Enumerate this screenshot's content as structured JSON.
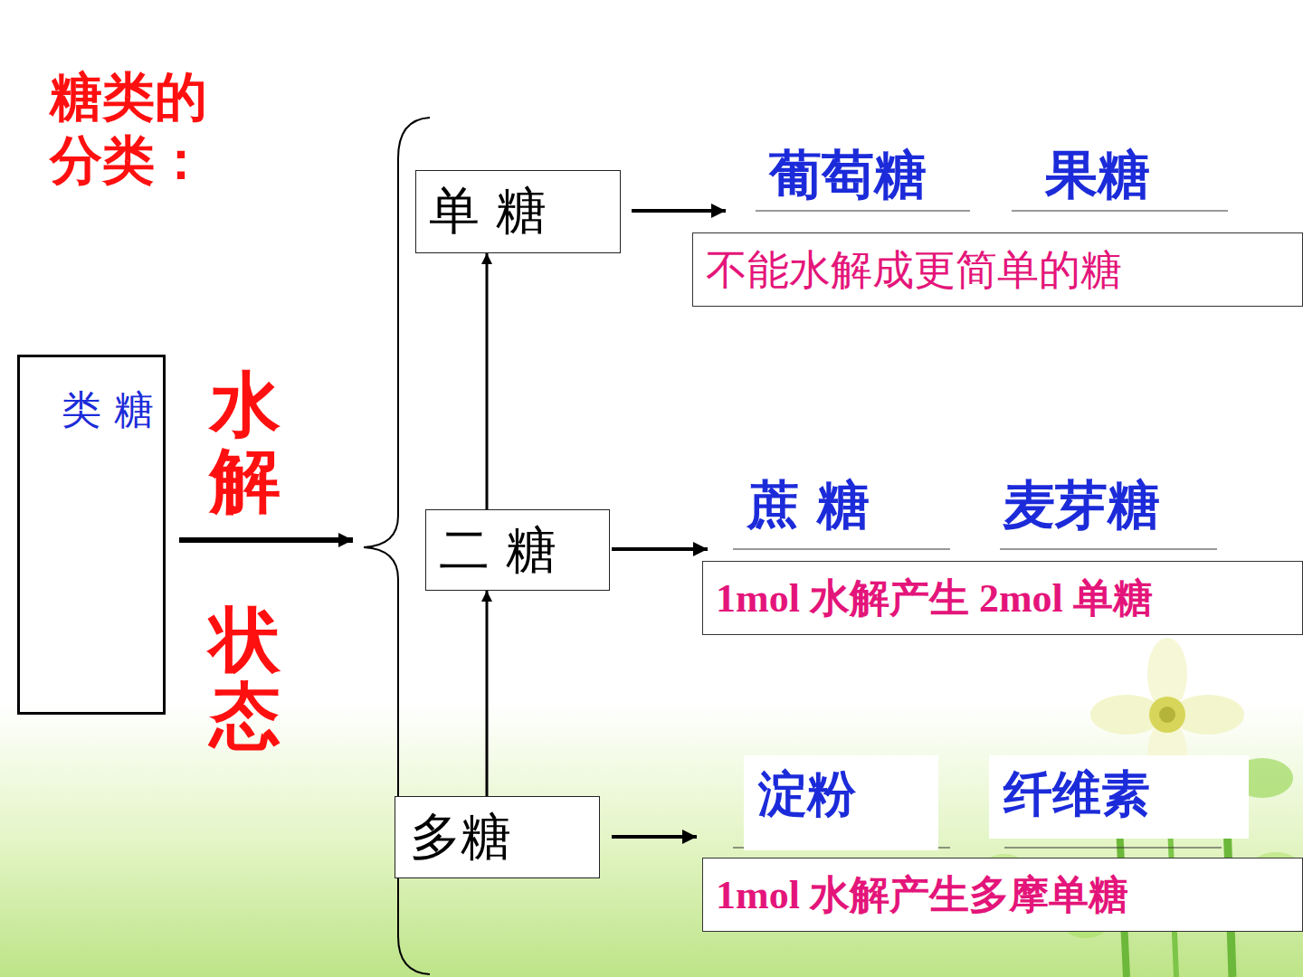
{
  "diagram": {
    "title": "糖类的 分类：",
    "nodes": [
      {
        "text": [
          "类 糖"
        ]
      },
      {
        "text": [
          "单 糖"
        ]
      },
      {
        "text": [
          "不能水解成更简单的糖"
        ]
      },
      {
        "text": [
          "二 糖"
        ]
      },
      {
        "text": [
          "1mol 水解产生 2mol 单糖"
        ]
      },
      {
        "text": [
          "多糖"
        ]
      },
      {
        "text": [
          "淀粉"
        ]
      },
      {
        "text": [
          "纤维素"
        ]
      },
      {
        "text": [
          "1mol 水解产生多摩单糖"
        ]
      }
    ],
    "edges": [
      {
        "from": 3,
        "to": 1,
        "arrow": "to"
      },
      {
        "from": 5,
        "to": 3,
        "arrow": "to"
      }
    ],
    "labels": [
      "葡萄糖",
      "果糖",
      "水解",
      "状态",
      "蔗 糖",
      "麦芽糖"
    ]
  }
}
